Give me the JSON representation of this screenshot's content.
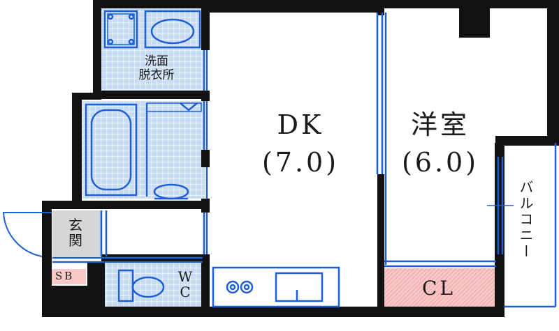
{
  "rooms": {
    "dk_name": "DK",
    "dk_size": "(7.0)",
    "western_name": "洋室",
    "western_size": "(6.0)",
    "washroom_line1": "洗面",
    "washroom_line2": "脱衣所",
    "entrance_line1": "玄",
    "entrance_line2": "関",
    "shoebox": "SB",
    "toilet_line1": "W",
    "toilet_line2": "C",
    "closet": "CL",
    "balcony": "バルコニー"
  },
  "colors": {
    "wall": "#111111",
    "fixture": "#1f5fd6",
    "tile": "#c9dcf6",
    "closet_fill": "#f9c9c9",
    "entrance_fill": "#d6d6d6",
    "shoebox_fill": "#f9c9c9"
  }
}
